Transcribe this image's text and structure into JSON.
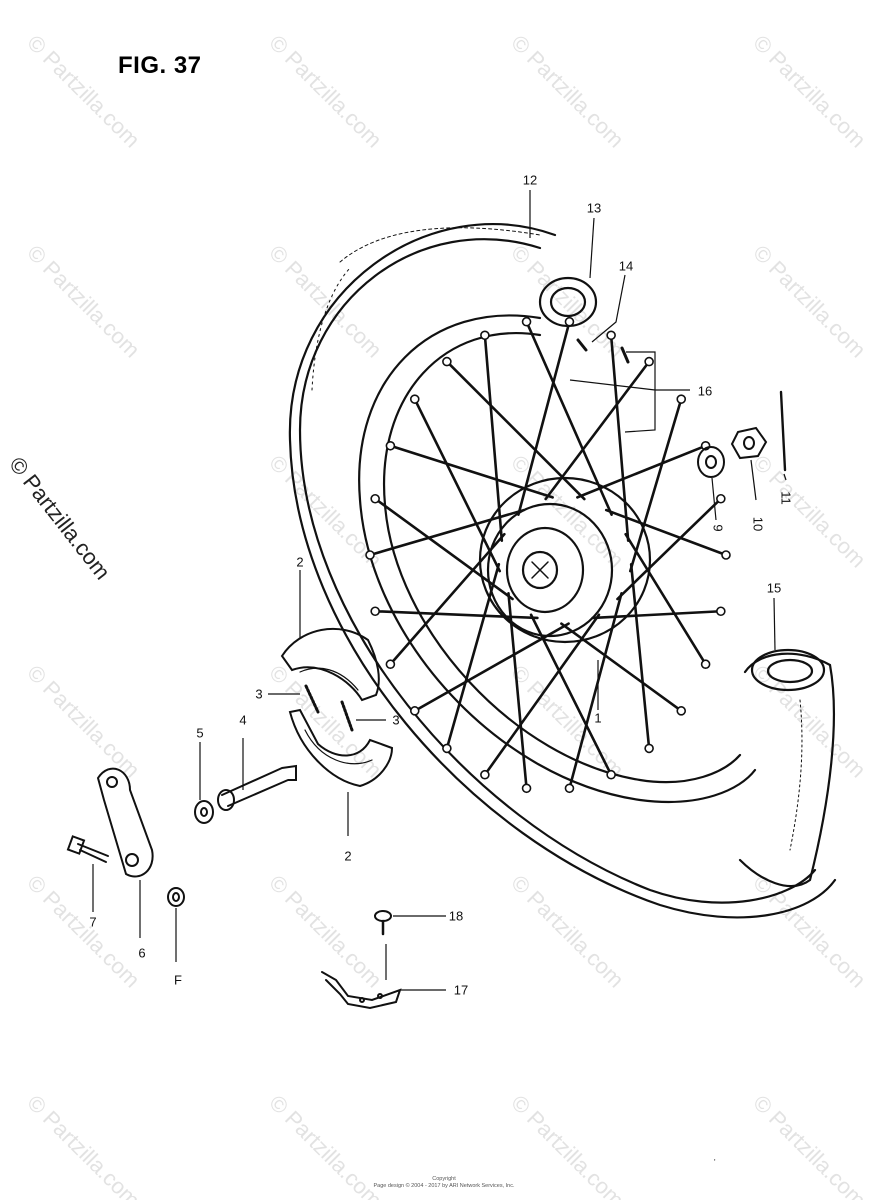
{
  "figure": {
    "title": "FIG. 37"
  },
  "callouts": {
    "c12": "12",
    "c13": "13",
    "c14": "14",
    "c16": "16",
    "c10": "10",
    "c11": "11",
    "c9": "9",
    "c15": "15",
    "c1": "1",
    "c2_top": "2",
    "c2_bottom": "2",
    "c3_left": "3",
    "c3_right": "3",
    "c4": "4",
    "c5": "5",
    "c6": "6",
    "c7": "7",
    "c8": "F",
    "c17": "17",
    "c18": "18"
  },
  "watermark": {
    "text": "© Partzilla.com"
  },
  "side_watermark": {
    "text": "© Partzilla.com"
  },
  "footer": {
    "line1": "Copyright",
    "line2": "Page design © 2004 - 2017 by ARI Network Services, Inc."
  },
  "corner_mark": "'"
}
